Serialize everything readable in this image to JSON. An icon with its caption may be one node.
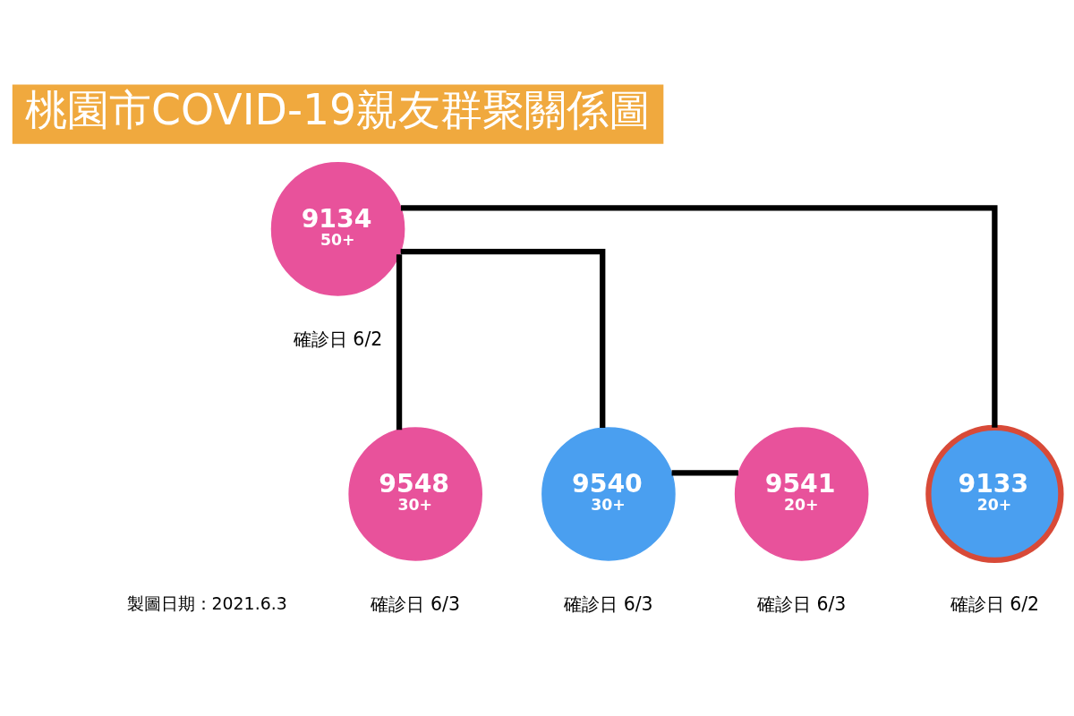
{
  "diagram": {
    "title": "桃園市COVID-19親友群聚關係圖",
    "nodes": [
      {
        "text": [
          "9134",
          "50+"
        ],
        "beside": [
          "確診日 6/2"
        ]
      },
      {
        "text": [
          "9548",
          "30+"
        ],
        "beside": [
          "確診日 6/3"
        ]
      },
      {
        "text": [
          "9540",
          "30+"
        ],
        "beside": [
          "確診日 6/3"
        ]
      },
      {
        "text": [
          "9541",
          "20+"
        ],
        "beside": [
          "確診日 6/3"
        ]
      },
      {
        "text": [
          "9133",
          "20+"
        ],
        "beside": [
          "確診日 6/2"
        ]
      }
    ],
    "edges": [
      {
        "from": 0,
        "to": 1,
        "arrow": "none"
      },
      {
        "from": 0,
        "to": 2,
        "arrow": "none"
      },
      {
        "from": 0,
        "to": 4,
        "arrow": "none"
      },
      {
        "from": 2,
        "to": 3,
        "arrow": "none"
      }
    ],
    "labels": [
      "製圖日期：2021.6.3"
    ]
  }
}
